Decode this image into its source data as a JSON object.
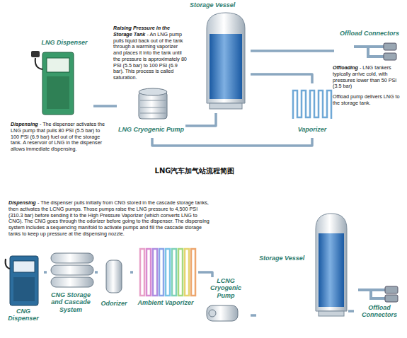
{
  "diagram": {
    "caption": "LNG汽车加气站流程简图",
    "nodes": [
      {
        "text": [
          "LNG Dispenser"
        ]
      },
      {
        "text": [
          "Storage Vessel"
        ]
      },
      {
        "text": [
          "LNG Cryogenic Pump"
        ]
      },
      {
        "text": [
          "Vaporizer"
        ]
      },
      {
        "text": [
          "Offload Connectors"
        ]
      },
      {
        "text": [
          "CNG Dispenser"
        ]
      },
      {
        "text": [
          "CNG Storage and Cascade System"
        ]
      },
      {
        "text": [
          "Odorizer"
        ]
      },
      {
        "text": [
          "Ambient Vaporizer"
        ]
      },
      {
        "text": [
          "LCNG Cryogenic Pump"
        ]
      },
      {
        "text": [
          "Storage Vessel"
        ]
      },
      {
        "text": [
          "Offload Connectors"
        ]
      }
    ],
    "edges": [
      {
        "from": 4,
        "to": 1,
        "arrow": "none"
      },
      {
        "from": 1,
        "to": 2,
        "arrow": "none"
      },
      {
        "from": 2,
        "to": 3,
        "arrow": "none"
      },
      {
        "from": 3,
        "to": 1,
        "arrow": "none"
      },
      {
        "from": 2,
        "to": 0,
        "arrow": "none"
      },
      {
        "from": 11,
        "to": 10,
        "arrow": "none"
      },
      {
        "from": 10,
        "to": 9,
        "arrow": "none"
      },
      {
        "from": 9,
        "to": 8,
        "arrow": "none"
      },
      {
        "from": 8,
        "to": 7,
        "arrow": "none"
      },
      {
        "from": 7,
        "to": 6,
        "arrow": "none"
      },
      {
        "from": 6,
        "to": 5,
        "arrow": "none"
      }
    ],
    "labels": [
      "Dispensing",
      "- The dispenser activates the LNG pump that pulls 80 PSI (5.5 bar) to 100 PSI (6.9 bar) fuel out of the storage tank. A reservoir of LNG in the dispenser allows immediate dispensing.",
      "Raising Pressure in the Storage Tank",
      "- An LNG pump pulls liquid back out of the tank through a warming vaporizer and places it into the tank until the pressure is approximately 80 PSI (5.5 bar) to 100 PSI (6.9 bar). This process is called saturation.",
      "Offloading",
      "- LNG tankers typically arrive cold, with pressures lower than 50 PSI (3.5 bar)",
      "Offload pump delivers LNG to the storage tank.",
      "Dispensing",
      "- The dispenser pulls initially from CNG stored in the cascade storage tanks, then activates the LCNG pumps. Those pumps raise the LNG pressure to 4,500 PSI (310.3 bar) before sending it to the High Pressure Vaporizer (which converts LNG to CNG). The CNG goes through the odorizer before going to the dispenser. The dispensing system includes a sequencing manifold to activate pumps and fill the cascade storage tanks to keep up pressure at the dispensing nozzle."
    ]
  }
}
